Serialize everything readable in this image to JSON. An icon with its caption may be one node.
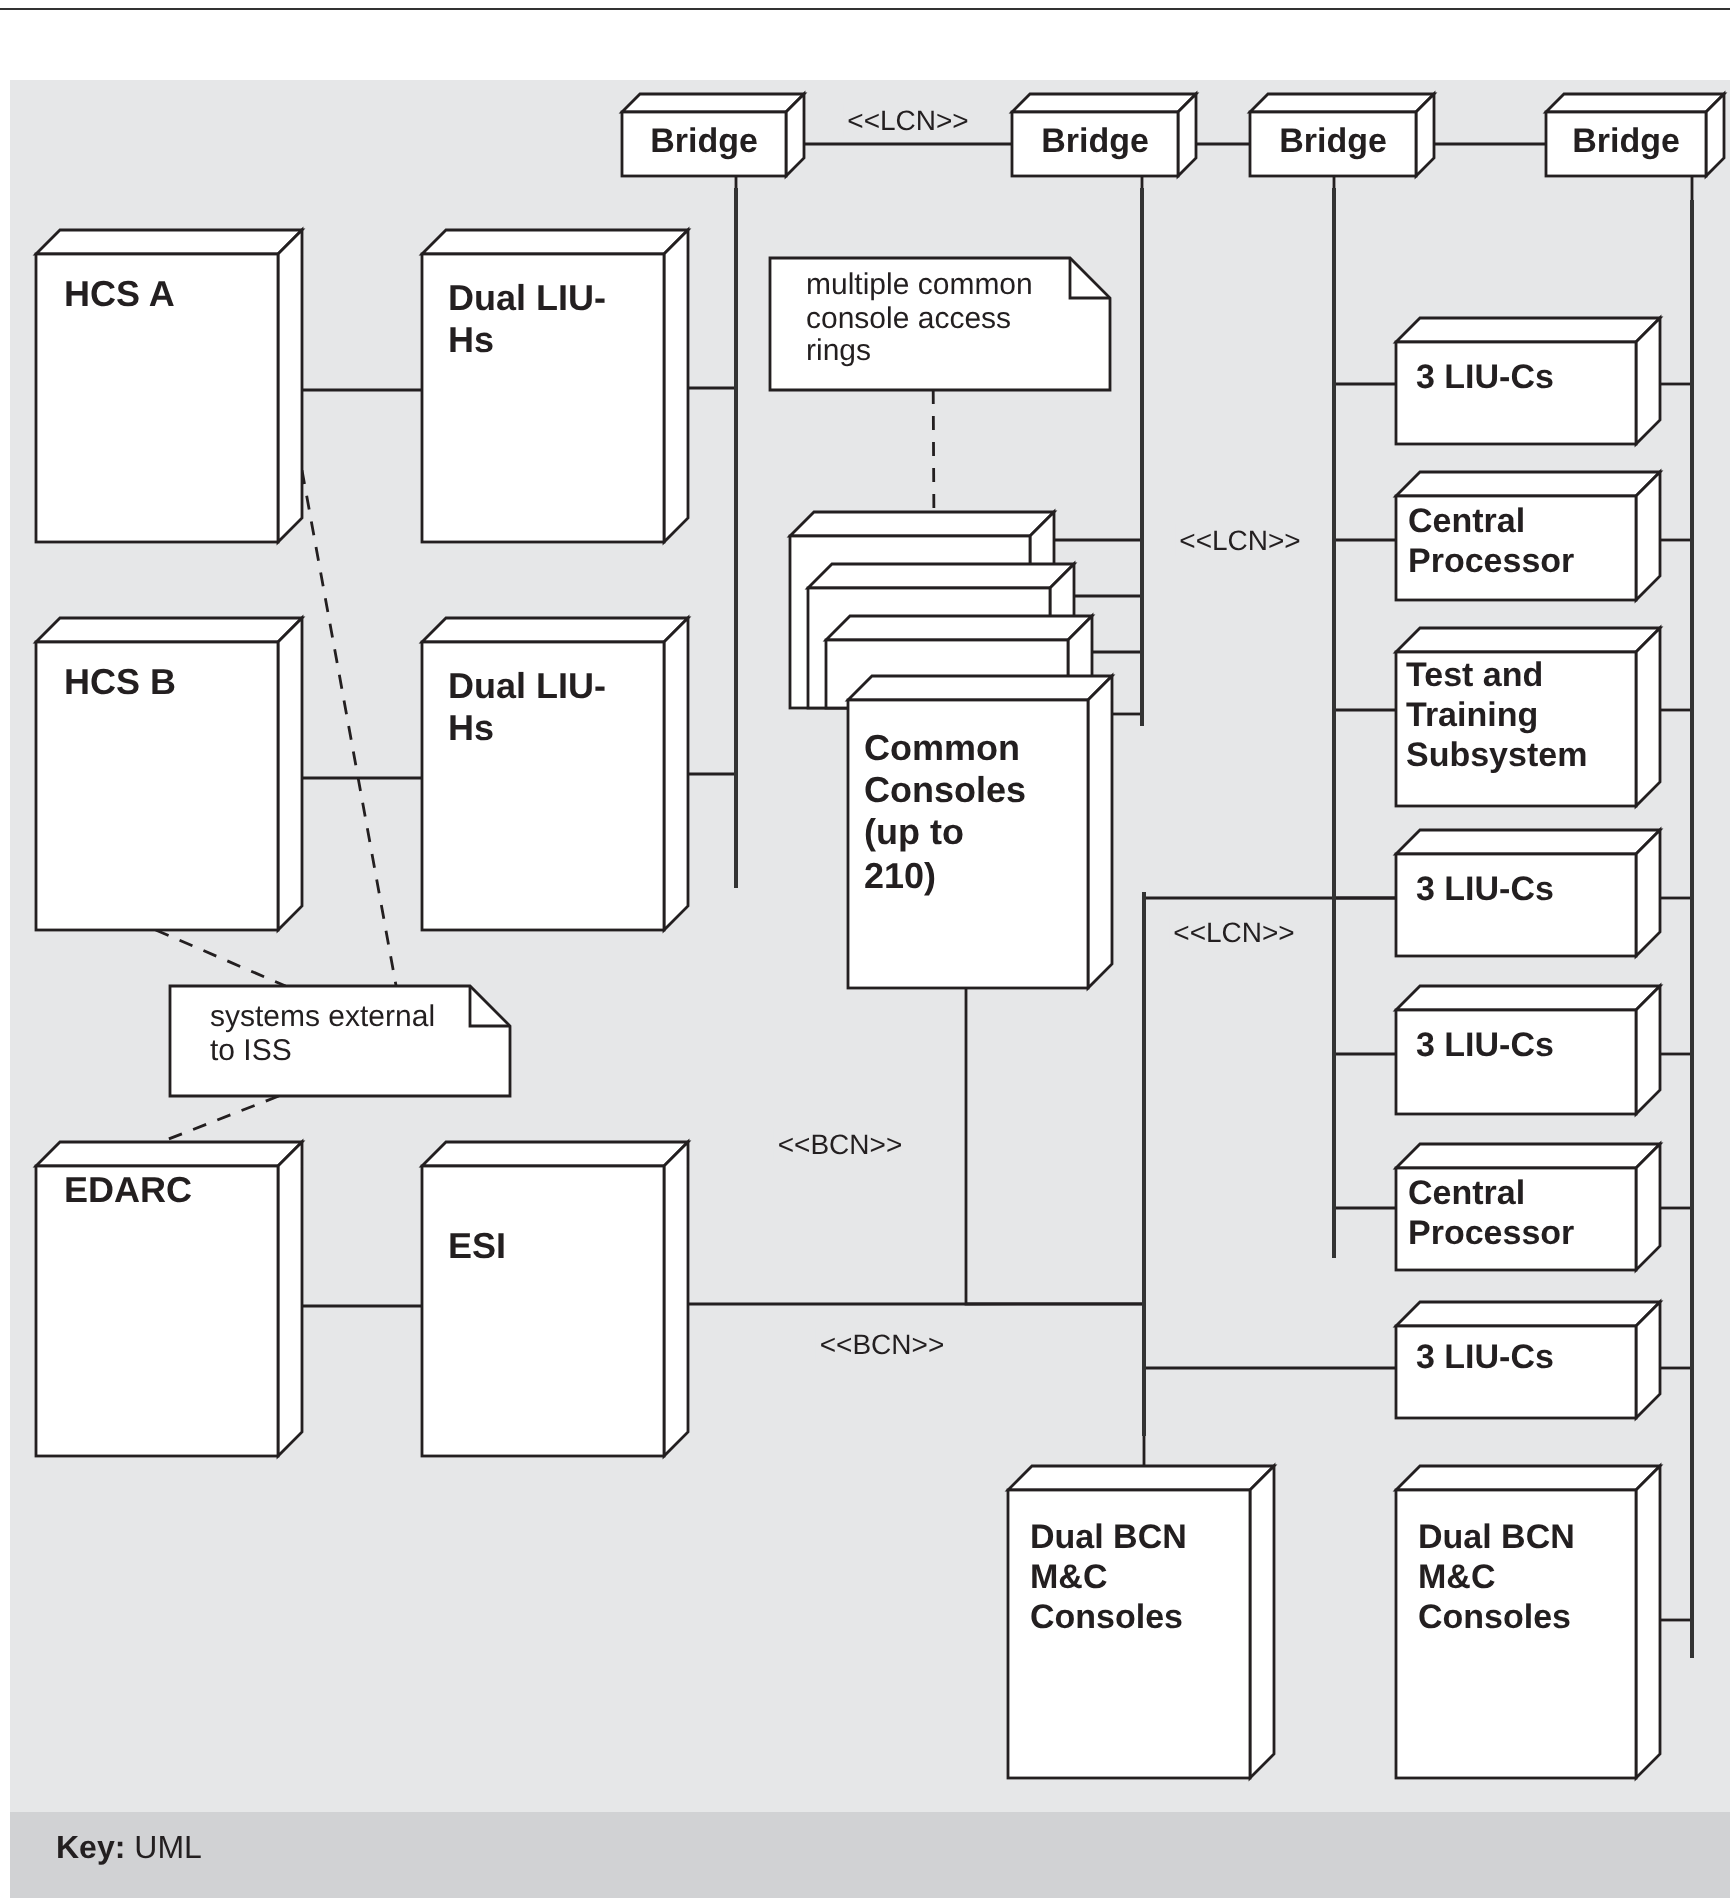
{
  "diagram": {
    "nodes": [
      {
        "text": [
          "Bridge"
        ]
      },
      {
        "text": [
          "Bridge"
        ]
      },
      {
        "text": [
          "Bridge"
        ]
      },
      {
        "text": [
          "Bridge"
        ]
      },
      {
        "text": [
          "HCS A"
        ]
      },
      {
        "text": [
          "Dual LIU-Hs"
        ]
      },
      {
        "text": [
          "multiple common console access rings"
        ]
      },
      {
        "text": [
          "3 LIU-Cs"
        ]
      },
      {
        "text": [],
        "shape": "box"
      },
      {
        "text": [],
        "shape": "box"
      },
      {
        "text": [],
        "shape": "box"
      },
      {
        "text": [
          "Central Processor"
        ]
      },
      {
        "text": [
          "HCS B"
        ]
      },
      {
        "text": [
          "Dual LIU-Hs"
        ]
      },
      {
        "text": [
          "Common Consoles (up to 210)"
        ]
      },
      {
        "text": [
          "Test and Training Subsystem"
        ]
      },
      {
        "text": [
          "3 LIU-Cs"
        ]
      },
      {
        "text": [
          "systems external to ISS"
        ]
      },
      {
        "text": [
          "3 LIU-Cs"
        ]
      },
      {
        "text": [
          "EDARC"
        ]
      },
      {
        "text": [
          "ESI"
        ]
      },
      {
        "text": [
          "Central Processor"
        ]
      },
      {
        "text": [
          "3 LIU-Cs"
        ]
      },
      {
        "text": [
          "Dual BCN M&C Consoles"
        ]
      },
      {
        "text": [
          "Dual BCN M&C Consoles"
        ]
      },
      {
        "text": [],
        "shape": "bar"
      },
      {
        "text": [],
        "shape": "bar"
      },
      {
        "text": [],
        "shape": "bar"
      },
      {
        "text": [],
        "shape": "bar"
      },
      {
        "text": [],
        "shape": "bar"
      }
    ],
    "edges": [
      {
        "from": 0,
        "to": 1,
        "arrow": "none",
        "label": "<<LCN>>"
      },
      {
        "from": 1,
        "to": 2,
        "arrow": "none"
      },
      {
        "from": 2,
        "to": 3,
        "arrow": "none"
      },
      {
        "from": 0,
        "to": 25,
        "arrow": "none"
      },
      {
        "from": 1,
        "to": 26,
        "arrow": "none"
      },
      {
        "from": 2,
        "to": 28,
        "arrow": "none"
      },
      {
        "from": 3,
        "to": 29,
        "arrow": "none"
      },
      {
        "from": 4,
        "to": 5,
        "arrow": "none"
      },
      {
        "from": 5,
        "to": 25,
        "arrow": "none"
      },
      {
        "from": 12,
        "to": 13,
        "arrow": "none"
      },
      {
        "from": 13,
        "to": 25,
        "arrow": "none"
      },
      {
        "from": 19,
        "to": 20,
        "arrow": "none"
      },
      {
        "from": 8,
        "to": 26,
        "arrow": "none"
      },
      {
        "from": 9,
        "to": 26,
        "arrow": "none"
      },
      {
        "from": 10,
        "to": 26,
        "arrow": "none"
      },
      {
        "from": 14,
        "to": 26,
        "arrow": "none"
      },
      {
        "from": 7,
        "to": 28,
        "arrow": "none"
      },
      {
        "from": 11,
        "to": 28,
        "arrow": "none"
      },
      {
        "from": 15,
        "to": 28,
        "arrow": "none"
      },
      {
        "from": 16,
        "to": 28,
        "arrow": "none"
      },
      {
        "from": 18,
        "to": 28,
        "arrow": "none"
      },
      {
        "from": 21,
        "to": 28,
        "arrow": "none"
      },
      {
        "from": 7,
        "to": 29,
        "arrow": "none"
      },
      {
        "from": 11,
        "to": 29,
        "arrow": "none"
      },
      {
        "from": 15,
        "to": 29,
        "arrow": "none"
      },
      {
        "from": 16,
        "to": 29,
        "arrow": "none"
      },
      {
        "from": 18,
        "to": 29,
        "arrow": "none"
      },
      {
        "from": 21,
        "to": 29,
        "arrow": "none"
      },
      {
        "from": 22,
        "to": 29,
        "arrow": "none"
      },
      {
        "from": 24,
        "to": 29,
        "arrow": "none"
      },
      {
        "from": 16,
        "to": 27,
        "arrow": "none",
        "label": "<<LCN>>"
      },
      {
        "from": 20,
        "to": 27,
        "arrow": "none",
        "label": "<<BCN>>"
      },
      {
        "from": 14,
        "to": 27,
        "arrow": "none",
        "label": "<<BCN>>"
      },
      {
        "from": 22,
        "to": 27,
        "arrow": "none"
      },
      {
        "from": 23,
        "to": 27,
        "arrow": "none"
      },
      {
        "from": 6,
        "to": 8,
        "arrow": "none",
        "style": "dashed"
      },
      {
        "from": 4,
        "to": 17,
        "arrow": "none",
        "style": "dashed"
      },
      {
        "from": 12,
        "to": 17,
        "arrow": "none",
        "style": "dashed"
      },
      {
        "from": 17,
        "to": 19,
        "arrow": "none",
        "style": "dashed"
      }
    ],
    "labels": [
      "<<LCN>>",
      "**Key:** UML"
    ]
  }
}
